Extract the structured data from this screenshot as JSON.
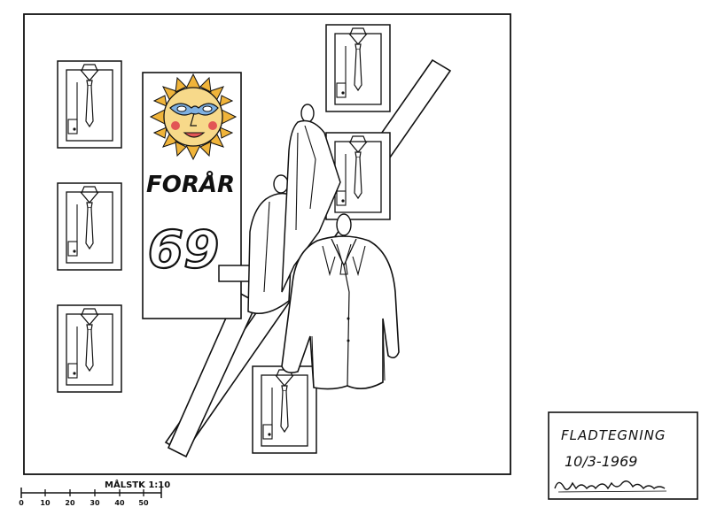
{
  "poster": {
    "line1": "FORÅR",
    "line2": "69"
  },
  "title_block": {
    "title": "FLADTEGNING",
    "date": "10/3-1969",
    "signature": "Henny Karl Hansen"
  },
  "scale_bar": {
    "label": "MÅLSTK 1:10",
    "ticks": [
      "0",
      "10",
      "20",
      "30",
      "40",
      "50"
    ]
  },
  "colors": {
    "ink": "#111111",
    "sun_rays": "#f0b43a",
    "sun_face": "#f7d98a",
    "mask": "#7fb0e0",
    "cheek": "#e25555",
    "paper": "#ffffff"
  }
}
